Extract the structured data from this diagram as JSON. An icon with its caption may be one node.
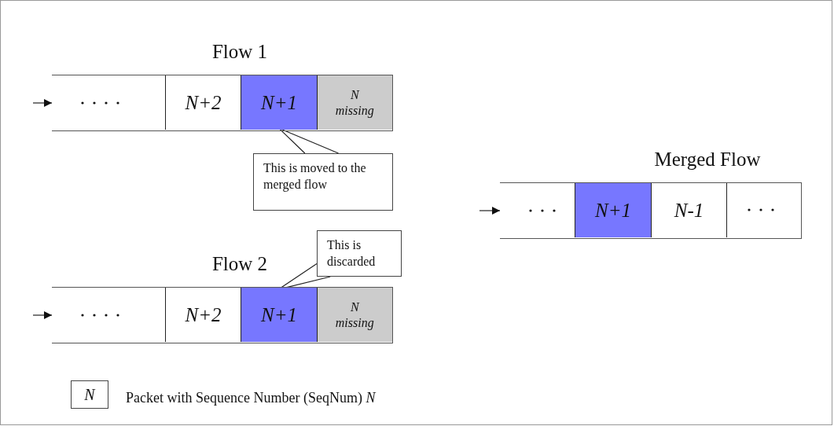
{
  "diagram": {
    "nodes": [
      {
        "text": [
          "Flow 1"
        ]
      },
      {
        "text": [
          "N+2"
        ],
        "in": 0
      },
      {
        "text": [
          "N+1"
        ],
        "in": 0
      },
      {
        "text": [
          "N missing"
        ],
        "in": 0
      },
      {
        "text": [
          "This is moved to the merged flow"
        ]
      },
      {
        "text": [
          "Flow 2"
        ]
      },
      {
        "text": [
          "N+2"
        ],
        "in": 5
      },
      {
        "text": [
          "N+1"
        ],
        "in": 5
      },
      {
        "text": [
          "N missing"
        ],
        "in": 5
      },
      {
        "text": [
          "This is discarded"
        ]
      },
      {
        "text": [
          "Merged Flow"
        ]
      },
      {
        "text": [
          "N+1"
        ],
        "in": 10
      },
      {
        "text": [
          "N-1"
        ],
        "in": 10
      },
      {
        "text": [],
        "shape": "box",
        "in": 10
      }
    ],
    "edges": [
      {
        "from": null,
        "to": 0,
        "arrow": "to"
      },
      {
        "from": 4,
        "to": 2,
        "arrow": "none"
      },
      {
        "from": 9,
        "to": 7,
        "arrow": "none"
      },
      {
        "from": null,
        "to": 5,
        "arrow": "to"
      },
      {
        "from": null,
        "to": 10,
        "arrow": "to"
      }
    ],
    "labels": [
      "N"
    ],
    "legend": [
      {
        "text": "Packet with Sequence Number (SeqNum) *N*"
      }
    ]
  }
}
